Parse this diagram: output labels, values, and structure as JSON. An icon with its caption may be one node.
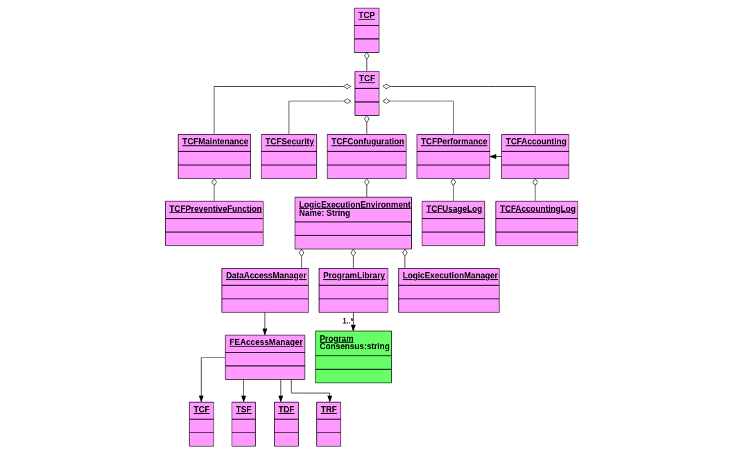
{
  "diagram": {
    "nodes": [
      {
        "text": [
          "TCP"
        ]
      },
      {
        "text": [
          "TCF"
        ]
      },
      {
        "text": [
          "TCFMaintenance"
        ]
      },
      {
        "text": [
          "TCFSecurity"
        ]
      },
      {
        "text": [
          "TCFConfuguration"
        ]
      },
      {
        "text": [
          "TCFPerformance"
        ]
      },
      {
        "text": [
          "TCFAccounting"
        ]
      },
      {
        "text": [
          "TCFPreventiveFunction"
        ]
      },
      {
        "text": [
          "LogicExecutionEnvironment",
          "Name: String"
        ]
      },
      {
        "text": [
          "TCFUsageLog"
        ]
      },
      {
        "text": [
          "TCFAccountingLog"
        ]
      },
      {
        "text": [
          "DataAccessManager"
        ]
      },
      {
        "text": [
          "ProgramLibrary"
        ]
      },
      {
        "text": [
          "LogicExecutionManager"
        ]
      },
      {
        "text": [
          "FEAccessManager"
        ]
      },
      {
        "text": [
          "Program",
          "Consensus:string"
        ]
      },
      {
        "text": [
          "TCF"
        ]
      },
      {
        "text": [
          "TSF"
        ]
      },
      {
        "text": [
          "TDF"
        ]
      },
      {
        "text": [
          "TRF"
        ]
      }
    ],
    "edges": [
      {
        "from": 0,
        "to": 1,
        "arrow": "other"
      },
      {
        "from": 1,
        "to": 2,
        "arrow": "other"
      },
      {
        "from": 1,
        "to": 3,
        "arrow": "other"
      },
      {
        "from": 1,
        "to": 4,
        "arrow": "other"
      },
      {
        "from": 1,
        "to": 5,
        "arrow": "other"
      },
      {
        "from": 1,
        "to": 6,
        "arrow": "other"
      },
      {
        "from": 6,
        "to": 5,
        "arrow": "to"
      },
      {
        "from": 2,
        "to": 7,
        "arrow": "other"
      },
      {
        "from": 4,
        "to": 8,
        "arrow": "other"
      },
      {
        "from": 5,
        "to": 9,
        "arrow": "other"
      },
      {
        "from": 6,
        "to": 10,
        "arrow": "other"
      },
      {
        "from": 8,
        "to": 11,
        "arrow": "other"
      },
      {
        "from": 8,
        "to": 12,
        "arrow": "other"
      },
      {
        "from": 8,
        "to": 13,
        "arrow": "other"
      },
      {
        "from": 11,
        "to": 14,
        "arrow": "to"
      },
      {
        "from": 12,
        "to": 15,
        "arrow": "to",
        "label": "1..*"
      },
      {
        "from": 14,
        "to": 16,
        "arrow": "to"
      },
      {
        "from": 14,
        "to": 17,
        "arrow": "to"
      },
      {
        "from": 14,
        "to": 18,
        "arrow": "to"
      },
      {
        "from": 14,
        "to": 19,
        "arrow": "to"
      }
    ]
  }
}
